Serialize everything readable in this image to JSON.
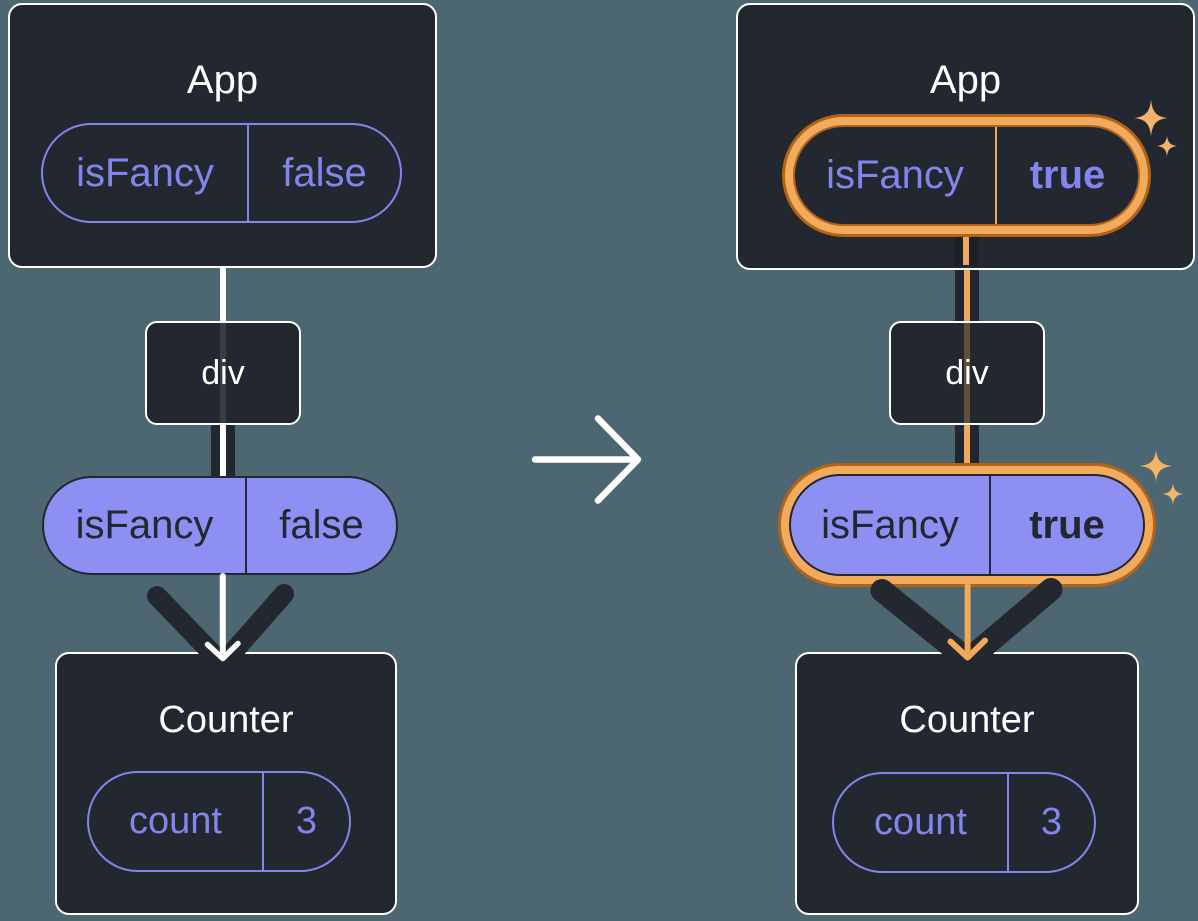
{
  "diagram": {
    "before": {
      "app": {
        "title": "App",
        "state": {
          "name": "isFancy",
          "value": "false"
        }
      },
      "div": {
        "label": "div"
      },
      "prop": {
        "name": "isFancy",
        "value": "false"
      },
      "counter": {
        "title": "Counter",
        "state": {
          "name": "count",
          "value": "3"
        }
      }
    },
    "after": {
      "app": {
        "title": "App",
        "state": {
          "name": "isFancy",
          "value": "true"
        }
      },
      "div": {
        "label": "div"
      },
      "prop": {
        "name": "isFancy",
        "value": "true"
      },
      "counter": {
        "title": "Counter",
        "state": {
          "name": "count",
          "value": "3"
        }
      }
    },
    "colors": {
      "background": "#4D6772",
      "surface": "#23272F",
      "purple_outline": "#8286EC",
      "purple_fill": "#8D8FF2",
      "highlight_band": "#F2AA5C",
      "highlight_edge": "#B26416",
      "highlight_stroke": "#F2A85A",
      "sparkle": "#F4B366",
      "white": "#FFFFFF"
    }
  }
}
